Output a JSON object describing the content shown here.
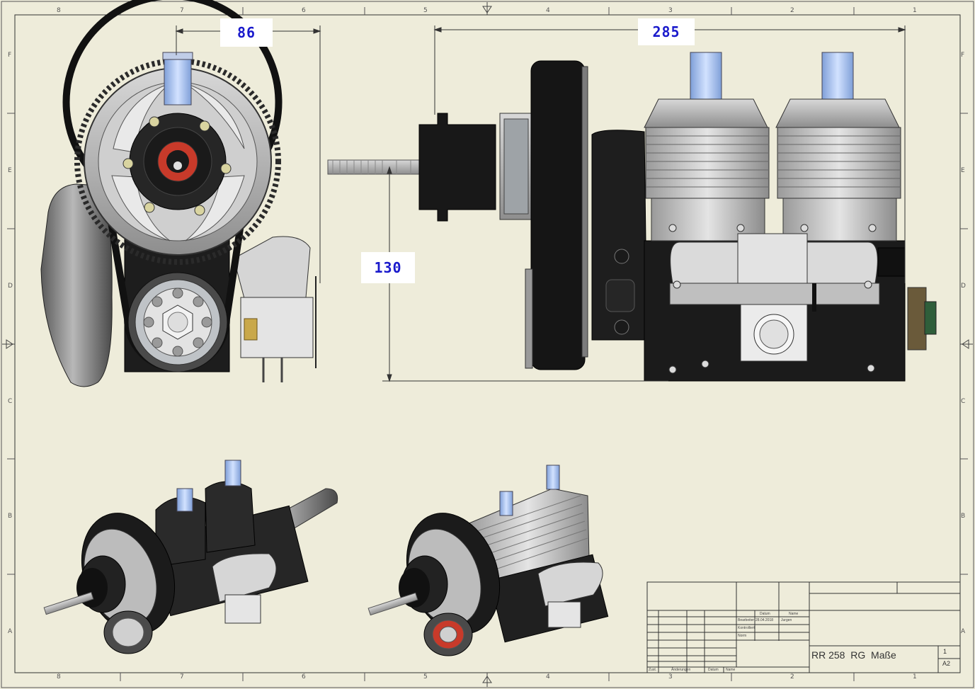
{
  "zones": {
    "top": [
      "8",
      "7",
      "6",
      "5",
      "4",
      "3",
      "2",
      "1"
    ],
    "bottom": [
      "8",
      "7",
      "6",
      "5",
      "4",
      "3",
      "2",
      "1"
    ],
    "left": [
      "F",
      "E",
      "D",
      "C",
      "B",
      "A"
    ],
    "right": [
      "F",
      "E",
      "D",
      "C",
      "B",
      "A"
    ]
  },
  "dimensions": {
    "width_front": "86",
    "length_side": "285",
    "height_side": "130"
  },
  "title_block": {
    "col_date": "Datum",
    "col_name": "Name",
    "row_drawn": "Bearbeiter",
    "row_checked": "Kontrolliert",
    "row_norm": "Norm",
    "drawn_date": "28.04.2018",
    "drawn_name": "Jurgen",
    "footer_state": "Zust.",
    "footer_change": "Änderungen",
    "footer_date": "Datum",
    "footer_name": "Name",
    "drawing_title": "RR 258  RG  Maße",
    "sheet": "1",
    "format": "A2"
  },
  "colors": {
    "paper": "#eeecda",
    "line": "#333333",
    "dimension_text": "#1a1acc",
    "engine_dark": "#1c1c1c",
    "engine_metal": "#bdbdbd",
    "cylinder_tip": "#a9c6f0",
    "accent_red": "#c83a2a"
  }
}
